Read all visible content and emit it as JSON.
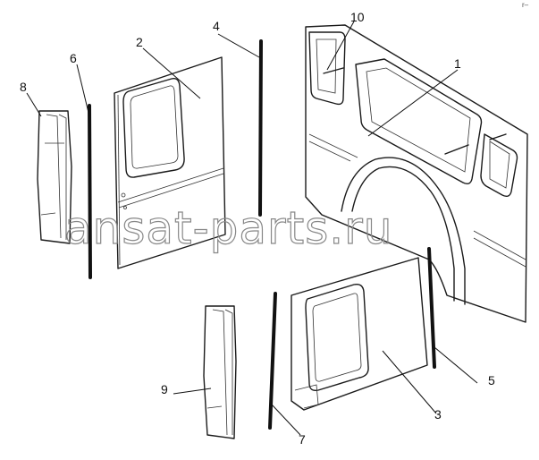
{
  "callouts": {
    "c1": "1",
    "c2": "2",
    "c3": "3",
    "c4": "4",
    "c5": "5",
    "c6": "6",
    "c7": "7",
    "c8": "8",
    "c9": "9",
    "c10": "10"
  },
  "watermark": "ansat-parts.ru",
  "corner_mark": "r–",
  "colors": {
    "line": "#1a1a1a",
    "watermark": "#888888"
  }
}
